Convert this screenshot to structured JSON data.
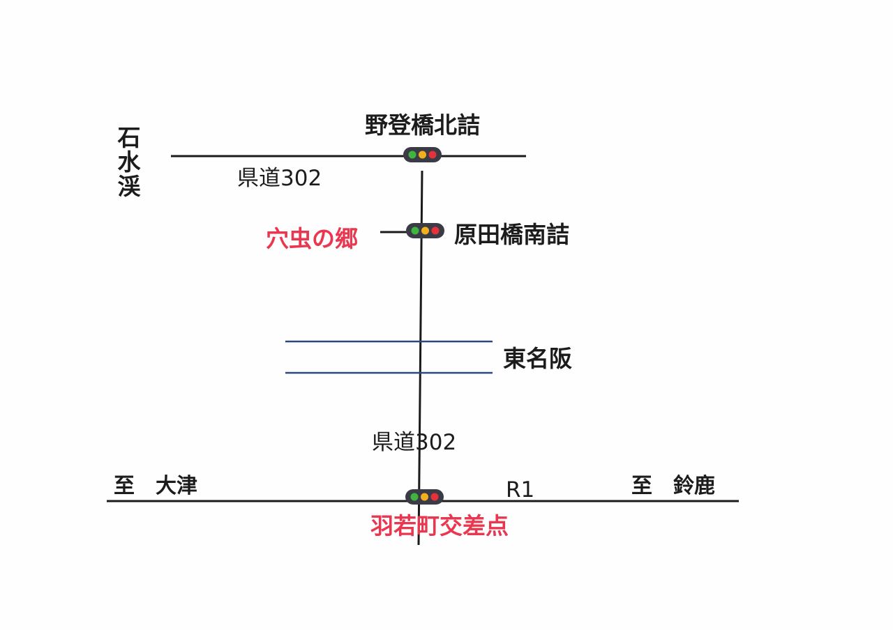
{
  "map": {
    "labels": {
      "north_intersection": "野登橋北詰",
      "ishimizu_valley": "石水渓",
      "route302_upper": "県道302",
      "harada_intersection": "原田橋南詰",
      "anamushi": "穴虫の郷",
      "expressway": "東名阪",
      "route302_lower": "県道302",
      "to_otsu": "至　大津",
      "r1": "R1",
      "to_suzuka": "至　鈴鹿",
      "hanyu_intersection": "羽若町交差点"
    },
    "colors": {
      "road": "#1a1a1a",
      "expressway": "#2a4a7c",
      "highlight_text": "#e8374f",
      "signal_housing": "#3b3b45",
      "signal_green": "#3fb53f",
      "signal_yellow": "#f2b01e",
      "signal_red": "#e5323a"
    },
    "signals": [
      "north-intersection-signal",
      "harada-intersection-signal",
      "hanyu-intersection-signal"
    ]
  }
}
